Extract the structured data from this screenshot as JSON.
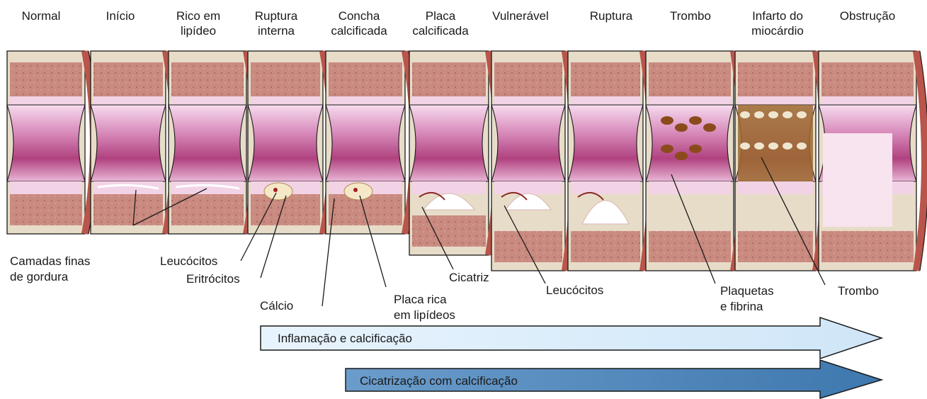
{
  "stages": [
    {
      "id": "normal",
      "label": "Normal"
    },
    {
      "id": "inicio",
      "label": "Início"
    },
    {
      "id": "rico",
      "label": "Rico em\nlipídeo"
    },
    {
      "id": "ruptura-interna",
      "label": "Ruptura\ninterna"
    },
    {
      "id": "concha",
      "label": "Concha\ncalcificada"
    },
    {
      "id": "placa-calc",
      "label": "Placa\ncalcificada"
    },
    {
      "id": "vulneravel",
      "label": "Vulnerável"
    },
    {
      "id": "ruptura",
      "label": "Ruptura"
    },
    {
      "id": "trombo",
      "label": "Trombo"
    },
    {
      "id": "infarto",
      "label": "Infarto do\nmiocárdio"
    },
    {
      "id": "obstrucao",
      "label": "Obstrução"
    }
  ],
  "callouts": {
    "camadas": "Camadas finas\nde gordura",
    "leucocitos1": "Leucócitos",
    "eritrocitos": "Eritrócitos",
    "calcio": "Cálcio",
    "placa_rica": "Placa rica\nem lipídeos",
    "cicatriz": "Cicatriz",
    "leucocitos2": "Leucócitos",
    "plaquetas": "Plaquetas\ne fibrina",
    "trombo": "Trombo"
  },
  "arrows": {
    "inflamacao": "Inflamação e calcificação",
    "cicatrizacao": "Cicatrização com calcificação"
  },
  "colors": {
    "wall_tan": "#e7dcc8",
    "wall_red": "#b9554a",
    "muscle": "#c98a80",
    "lumen_light": "#f4d6ea",
    "lumen_dark": "#b0427f",
    "arrow_light": "#dceefb",
    "arrow_dark": "#4a83b8",
    "line": "#1a1a1a"
  }
}
